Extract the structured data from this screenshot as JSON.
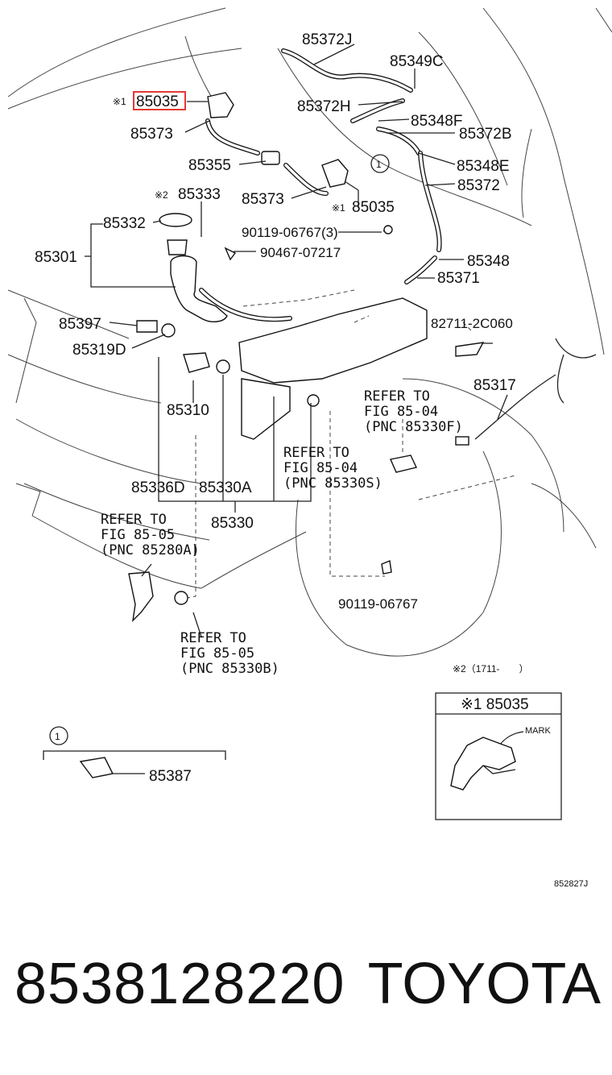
{
  "labels": {
    "p85372J": "85372J",
    "p85349C": "85349C",
    "p85372H": "85372H",
    "p85348F": "85348F",
    "p85372B": "85372B",
    "p85348E": "85348E",
    "p85372": "85372",
    "p85035_highlight": "85035",
    "p85373_top": "85373",
    "p85355": "85355",
    "p85333": "85333",
    "p85373_mid": "85373",
    "p85035_mid": "85035",
    "p85332": "85332",
    "p90119_3": "90119-06767(3)",
    "p85301": "85301",
    "p90467": "90467-07217",
    "p85348": "85348",
    "p85371": "85371",
    "p85397": "85397",
    "p82711": "82711-2C060",
    "p85319D": "85319D",
    "p85317": "85317",
    "p85310": "85310",
    "p85336D": "85336D",
    "p85330A": "85330A",
    "p85330": "85330",
    "p90119": "90119-06767",
    "p85387": "85387",
    "mark_x1": "※1",
    "mark_x2": "※2",
    "circle_1": "1",
    "note_x2": "※2（1711-　　）",
    "inset_title": "※1 85035",
    "inset_mark": "MARK",
    "figure_code": "852827J"
  },
  "refer_notes": {
    "fig8504_f": [
      "REFER TO",
      "FIG 85-04",
      "(PNC 85330F)"
    ],
    "fig8504_s": [
      "REFER TO",
      "FIG 85-04",
      "(PNC 85330S)"
    ],
    "fig8505_a": [
      "REFER TO",
      "FIG 85-05",
      "(PNC 85280A)"
    ],
    "fig8505_b": [
      "REFER TO",
      "FIG 85-05",
      "(PNC 85330B)"
    ]
  },
  "footer": {
    "part_number": "8538128220",
    "brand": "TOYOTA"
  },
  "colors": {
    "highlight": "#e53935",
    "ink": "#111111"
  }
}
